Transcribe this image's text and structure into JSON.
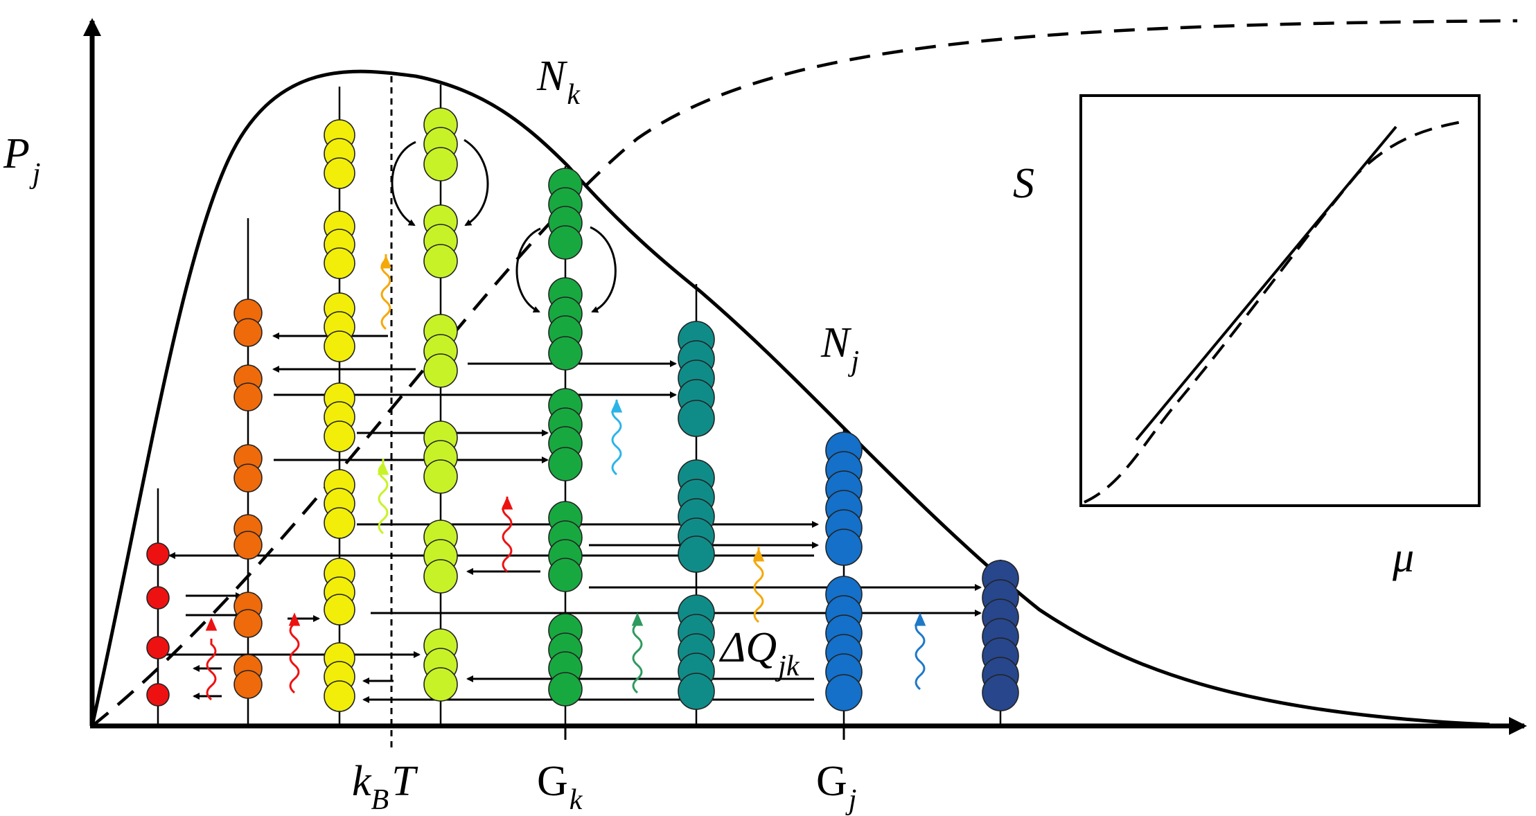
{
  "labels": {
    "y_axis": "P",
    "y_axis_sub": "j",
    "peak_curve": "N",
    "peak_curve_sub": "k",
    "tail_curve": "N",
    "tail_curve_sub": "j",
    "thermal": "k",
    "thermal_sub": "B",
    "thermal_T": "T",
    "gk": "G",
    "gk_sub": "k",
    "gj": "G",
    "gj_sub": "j",
    "heat": "ΔQ",
    "heat_sub": "jk",
    "inset_y": "S",
    "inset_x": "μ"
  },
  "colors": {
    "red": "#ee1111",
    "orange": "#ee6a0a",
    "yellow": "#f2ee0a",
    "lime": "#c8f228",
    "green": "#18a840",
    "teal": "#108c88",
    "blue": "#1470c8",
    "navy": "#27468c",
    "wave_orange": "#f4a80a",
    "wave_cyan": "#2cb4e8",
    "wave_lime": "#c8f228",
    "wave_red": "#ee1111",
    "wave_green": "#2e9a5e",
    "wave_blue": "#1e78c8"
  }
}
